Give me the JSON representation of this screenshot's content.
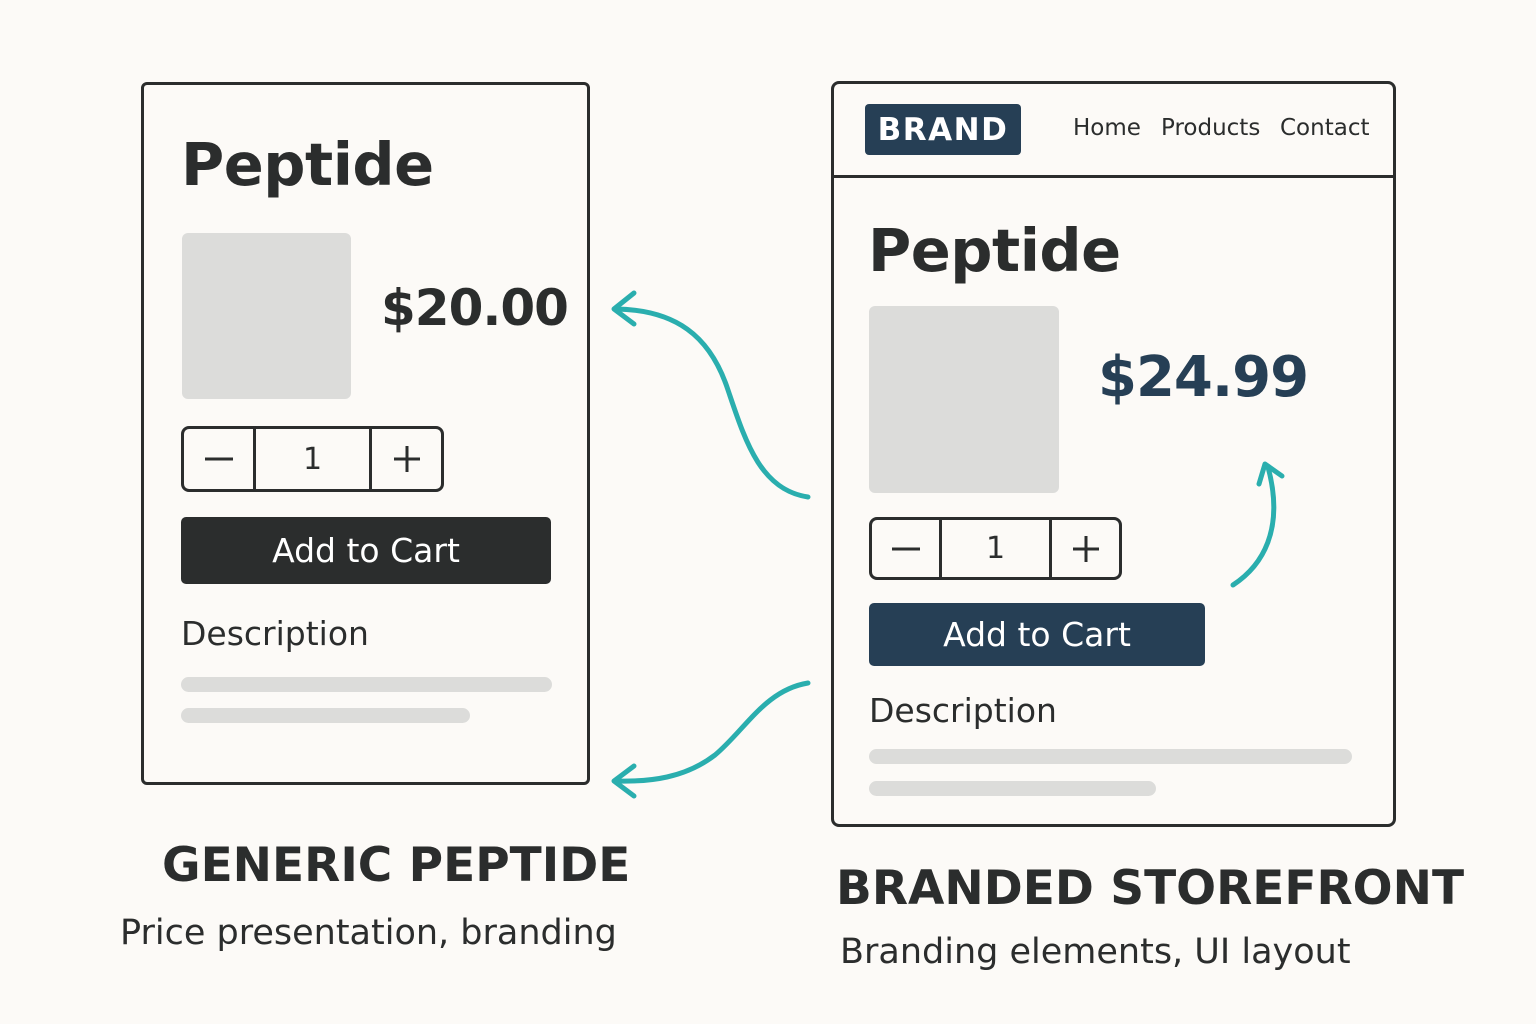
{
  "generic_card": {
    "title": "Peptide",
    "price": "$20.00",
    "quantity": "1",
    "minus_icon": "minus-icon",
    "plus_icon": "plus-icon",
    "add_to_cart_label": "Add to Cart",
    "description_heading": "Description"
  },
  "branded_card": {
    "brand_logo": "BRAND",
    "nav": [
      "Home",
      "Products",
      "Contact"
    ],
    "title": "Peptide",
    "price": "$24.99",
    "quantity": "1",
    "minus_icon": "minus-icon",
    "plus_icon": "plus-icon",
    "add_to_cart_label": "Add to Cart",
    "description_heading": "Description"
  },
  "captions": {
    "generic_title": "GENERIC PEPTIDE",
    "generic_subtitle": "Price presentation, branding",
    "branded_title": "BRANDED STOREFRONT",
    "branded_subtitle": "Branding elements, UI layout"
  },
  "colors": {
    "background": "#fcfaf7",
    "ink": "#2b2d2d",
    "brand_navy": "#263f55",
    "arrow_teal": "#2aaeae",
    "placeholder_gray": "#dcdcda"
  }
}
